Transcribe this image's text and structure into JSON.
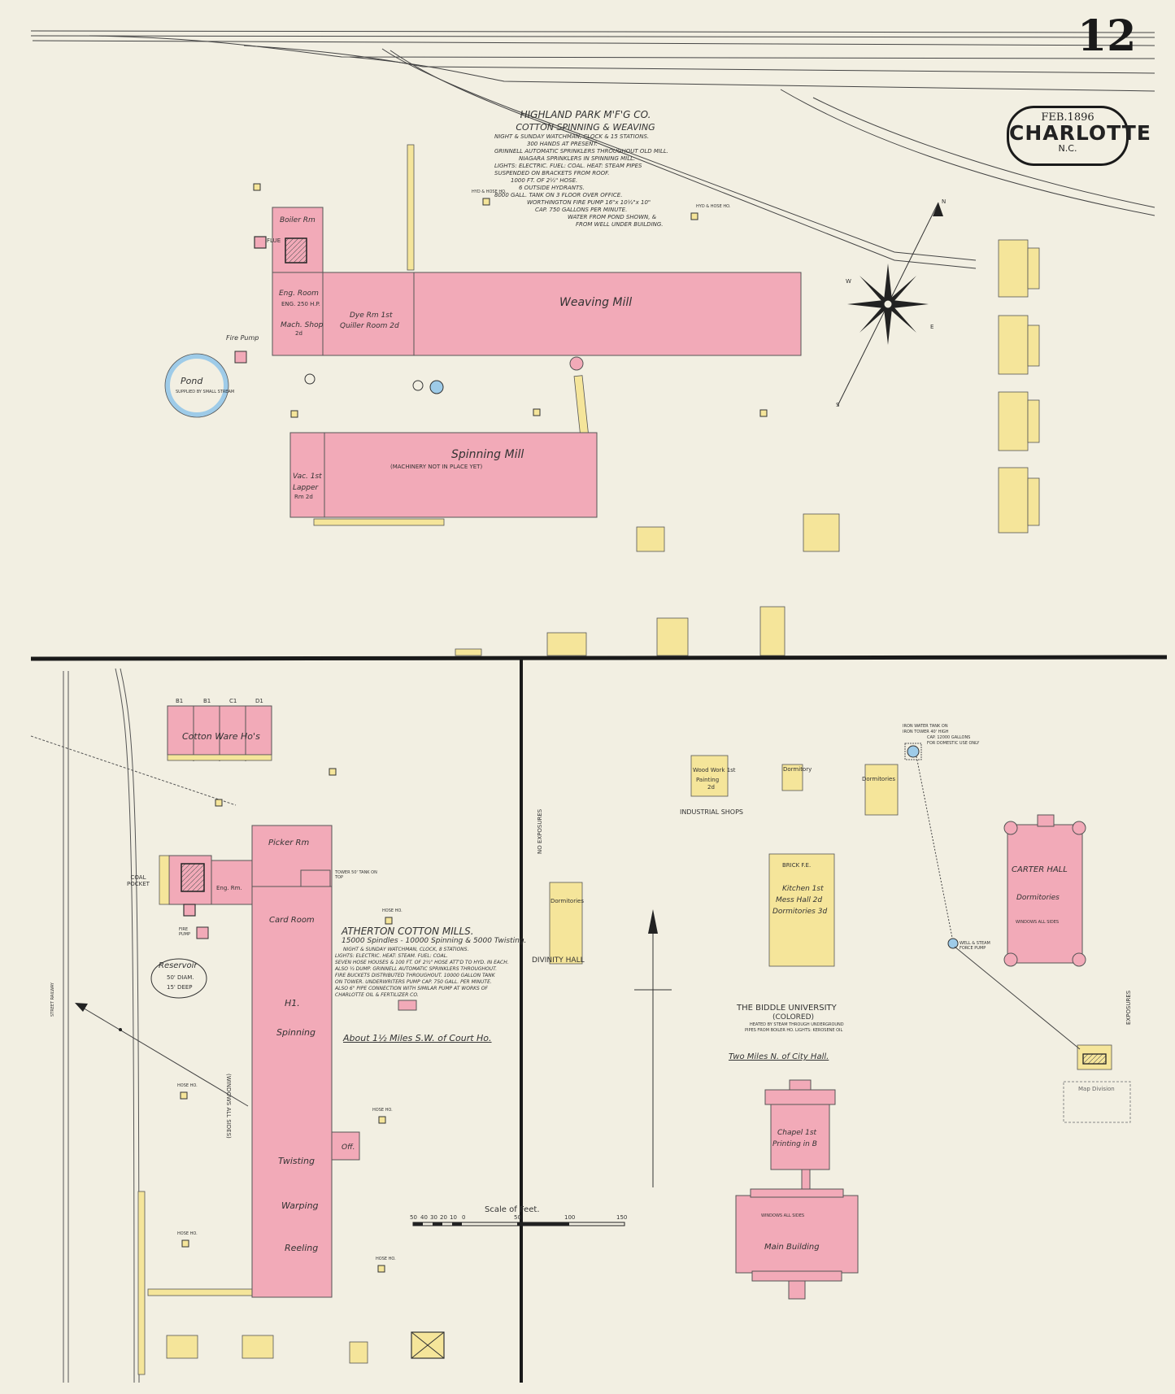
{
  "sheet": {
    "number": "12",
    "city": "CHARLOTTE",
    "state": "N.C.",
    "date": "FEB.1896"
  },
  "colors": {
    "brick": "#f2aab8",
    "frame": "#f5e59a",
    "water": "#9ecbe8",
    "paper": "#f2efe2",
    "ink": "#333333"
  },
  "highland": {
    "title": "HIGHLAND PARK M'F'G CO.",
    "subtitle": "COTTON SPINNING & WEAVING",
    "notes": [
      "NIGHT & SUNDAY WATCHMAN, CLOCK & 15 STATIONS.",
      "300 HANDS AT PRESENT.",
      "GRINNELL AUTOMATIC SPRINKLERS THROUGHOUT OLD MILL.",
      "NIAGARA SPRINKLERS IN SPINNING MILL.",
      "LIGHTS: ELECTRIC. FUEL: COAL. HEAT: STEAM PIPES",
      "SUSPENDED ON BRACKETS FROM ROOF.",
      "1000 FT. OF 2½\" HOSE.",
      "6 OUTSIDE HYDRANTS.",
      "8000 GALL. TANK ON 3 FLOOR OVER OFFICE.",
      "WORTHINGTON FIRE PUMP 16\"x 10½\"x 10\"",
      "CAP. 750 GALLONS PER MINUTE.",
      "WATER FROM POND SHOWN, &",
      "FROM WELL UNDER BUILDING."
    ],
    "weaving_mill": "Weaving Mill",
    "spinning_mill": "Spinning Mill",
    "spinning_note": "(MACHINERY NOT IN PLACE YET)",
    "boiler_rm": "Boiler Rm",
    "eng_room": "Eng. Room",
    "eng_hp": "ENG. 250 H.P.",
    "mach_shop": "Mach. Shop",
    "mach_floor": "2d",
    "dye_rm": "Dye Rm 1st",
    "quiller": "Quiller Room 2d",
    "lapper": "Vac. 1st",
    "lapper2": "Lapper",
    "lapper3": "Rm 2d",
    "pond": "Pond",
    "pond_note": "SUPPLIED BY SMALL STREAM",
    "fire_pump": "Fire Pump",
    "flue": "FLUE",
    "hose_house": "HYD & HOSE HO."
  },
  "atherton": {
    "title": "ATHERTON COTTON MILLS.",
    "line1": "15000 Spindles - 10000 Spinning & 5000 Twisting.",
    "notes": [
      "NIGHT & SUNDAY WATCHMAN, CLOCK, 8 STATIONS.",
      "LIGHTS: ELECTRIC. HEAT: STEAM. FUEL: COAL.",
      "SEVEN HOSE HOUSES & 100 FT. OF 2½\" HOSE ATT'D TO HYD. IN EACH.",
      "ALSO ½ DUMP. GRINNELL AUTOMATIC SPRINKLERS THROUGHOUT.",
      "FIRE BUCKETS DISTRIBUTED THROUGHOUT. 10000 GALLON TANK",
      "ON TOWER. UNDERWRITERS PUMP CAP. 750 GALL. PER MINUTE.",
      "ALSO 6\" PIPE CONNECTION WITH SIMILAR PUMP AT WORKS OF",
      "CHARLOTTE OIL & FERTILIZER CO."
    ],
    "location": "About 1½ Miles S.W. of Court Ho.",
    "warehouse": "Cotton Ware Ho's",
    "picker_rm": "Picker Rm",
    "card_room": "Card Room",
    "spinning": "Spinning",
    "h1": "H1.",
    "twisting": "Twisting",
    "warping": "Warping",
    "reeling": "Reeling",
    "windows": "(WINDOWS ALL SIDES)",
    "reservoir": "Reservoir",
    "reservoir_dim": "50' DIAM.",
    "reservoir_deep": "15' DEEP",
    "coal_pocket": "COAL POCKET",
    "eng_rm": "Eng. Rm.",
    "fire_pump": "FIRE PUMP",
    "hose_ho": "HOSE HO.",
    "off": "Off.",
    "dust_tower": "TOWER 50' TANK ON TOP",
    "ware_labels": [
      "B1",
      "B1",
      "C1",
      "D1"
    ],
    "rr_label": "STREET RAILWAY"
  },
  "biddle": {
    "title": "THE BIDDLE UNIVERSITY",
    "colored": "(COLORED)",
    "note1": "HEATED BY STEAM THROUGH UNDERGROUND",
    "note2": "PIPES FROM BOILER HO. LIGHTS: KEROSENE OIL",
    "location": "Two Miles N. of City Hall.",
    "carter_hall": "CARTER HALL",
    "dormitories": "Dormitories",
    "windows_all": "WINDOWS ALL SIDES",
    "kitchen": "Kitchen 1st",
    "mess": "Mess Hall 2d",
    "dorms3": "Dormitories 3d",
    "brick": "BRICK F.E.",
    "industrial": "INDUSTRIAL SHOPS",
    "woodwork": "Wood Work 1st",
    "painting": "Painting",
    "painting2": "2d",
    "dormitory": "Dormitory",
    "divinity": "DIVINITY HALL",
    "chapel": "Chapel 1st",
    "printing": "Printing in B",
    "main_building": "Main Building",
    "tank": "IRON WATER TANK ON",
    "tank2": "IRON TOWER 40' HIGH",
    "tank3": "CAP. 12000 GALLONS",
    "tank4": "FOR DOMESTIC USE ONLY",
    "well": "WELL & STEAM FORCE PUMP",
    "no_exposures": "NO EXPOSURES",
    "exposures": "EXPOSURES"
  },
  "scale": {
    "title": "Scale of Feet.",
    "ticks": [
      "50",
      "40",
      "30",
      "20",
      "10",
      "0",
      "50",
      "100",
      "150"
    ]
  },
  "compass": {
    "n": "N",
    "e": "E",
    "s": "S",
    "w": "W"
  },
  "stamp": {
    "text": "Map Division"
  }
}
